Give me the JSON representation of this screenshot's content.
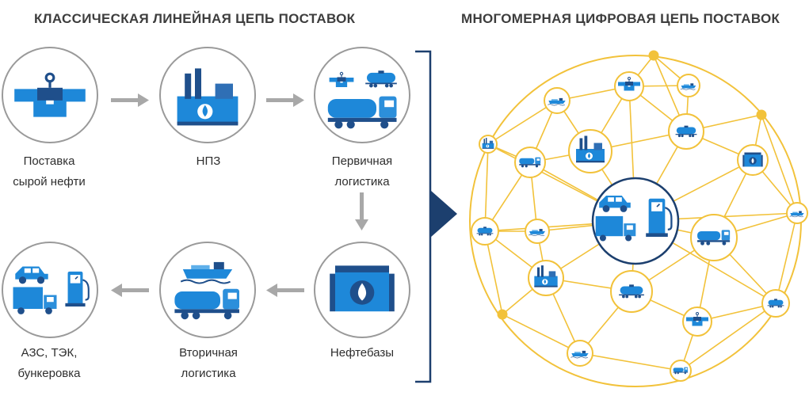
{
  "left": {
    "heading": "КЛАССИЧЕСКАЯ ЛИНЕЙНАЯ ЦЕПЬ ПОСТАВОК",
    "steps": [
      {
        "line1": "Поставка",
        "line2": "сырой нефти",
        "icon": "pipeline-icon"
      },
      {
        "line1": "НПЗ",
        "line2": "",
        "icon": "refinery-icon"
      },
      {
        "line1": "Первичная",
        "line2": "логистика",
        "icon": "primary-logistics-icon"
      },
      {
        "line1": "Нефтебазы",
        "line2": "",
        "icon": "oil-depot-icon"
      },
      {
        "line1": "Вторичная",
        "line2": "логистика",
        "icon": "secondary-logistics-icon"
      },
      {
        "line1": "АЗС, ТЭК,",
        "line2": "бункеровка",
        "icon": "fuel-station-icon"
      }
    ]
  },
  "right": {
    "heading": "МНОГОМЕРНАЯ ЦИФРОВАЯ ЦЕПЬ ПОСТАВОК",
    "center_icon": "fuel-station-icon"
  },
  "colors": {
    "blue": "#1e88d9",
    "dark_blue": "#1f4f8b",
    "navy": "#1c3f6e",
    "gray_ring": "#9a9a9a",
    "arrow": "#a8a8a8",
    "gold": "#f2c23a"
  }
}
